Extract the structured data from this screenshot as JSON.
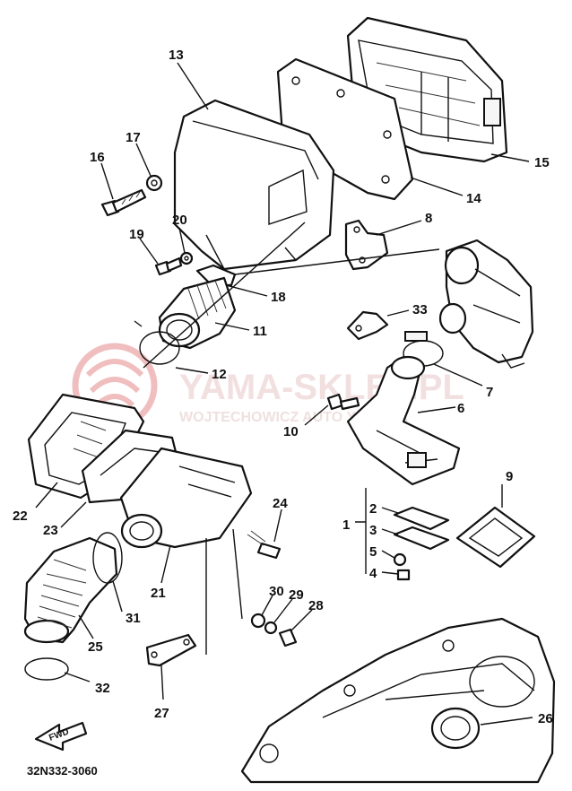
{
  "diagram": {
    "callouts": [
      "1",
      "2",
      "3",
      "4",
      "5",
      "6",
      "7",
      "8",
      "9",
      "10",
      "11",
      "12",
      "13",
      "14",
      "15",
      "16",
      "17",
      "18",
      "19",
      "20",
      "21",
      "22",
      "23",
      "24",
      "25",
      "26",
      "27",
      "28",
      "29",
      "30",
      "31",
      "32",
      "33"
    ],
    "drawing_code": "32N332-3060",
    "fwd_label": "FWD"
  },
  "watermark": {
    "brand": "YAMA-SKLEP.PL",
    "line": "WOJTECHOWICZ AUTO YAMAHA",
    "logo_color": "#e07070"
  }
}
